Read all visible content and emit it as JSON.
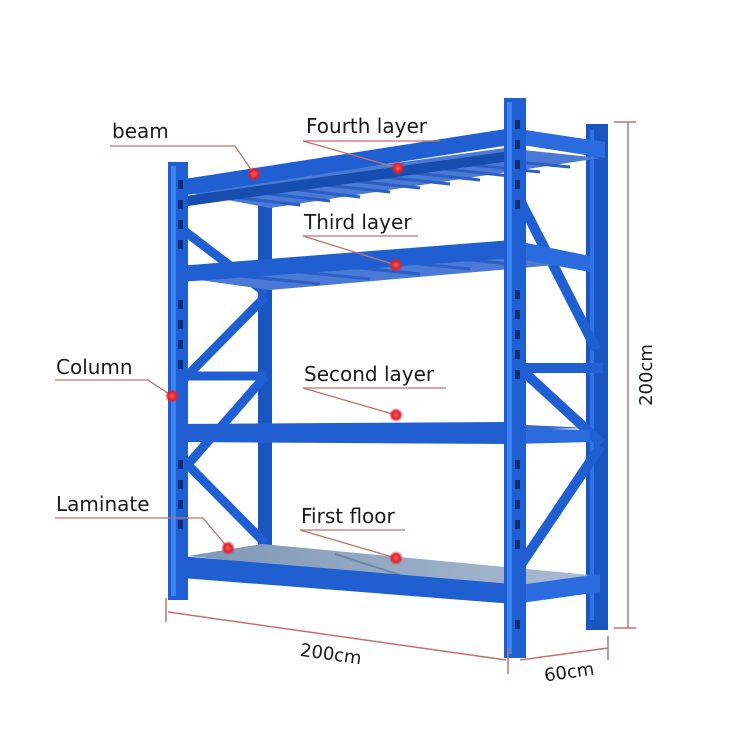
{
  "labels": {
    "beam": "beam",
    "fourth_layer": "Fourth layer",
    "third_layer": "Third layer",
    "column": "Column",
    "second_layer": "Second layer",
    "laminate": "Laminate",
    "first_floor": "First floor"
  },
  "dimensions": {
    "height": "200cm",
    "width": "200cm",
    "depth": "60cm"
  },
  "colors": {
    "rack_blue": "#1f5fd1",
    "rack_dark": "#123e96",
    "shelf_steel": "#8fa6c2",
    "dim_line": "#c0716f",
    "marker_red": "#e0202e"
  }
}
